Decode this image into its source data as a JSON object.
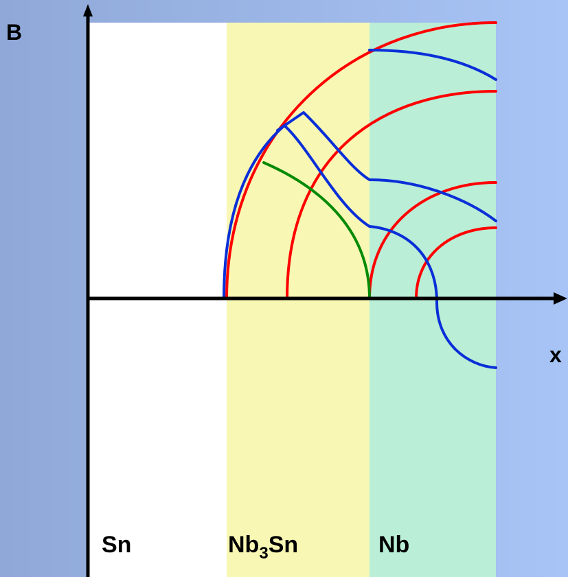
{
  "axes": {
    "y_label": "B",
    "x_label": "x"
  },
  "regions": [
    {
      "label": "Sn",
      "fill": "#FFFFFF"
    },
    {
      "label_main": "Nb",
      "label_sub": "3",
      "label_tail": "Sn",
      "fill": "#F8F8B4"
    },
    {
      "label": "Nb",
      "fill": "#BAEED6"
    }
  ],
  "colors": {
    "background_left": "#8FA8D7",
    "background_right": "#A8C4F6",
    "axis": "#000000",
    "red_curves": "#FF0000",
    "blue_curves": "#0A2FD8",
    "green_curves": "#078A07"
  }
}
